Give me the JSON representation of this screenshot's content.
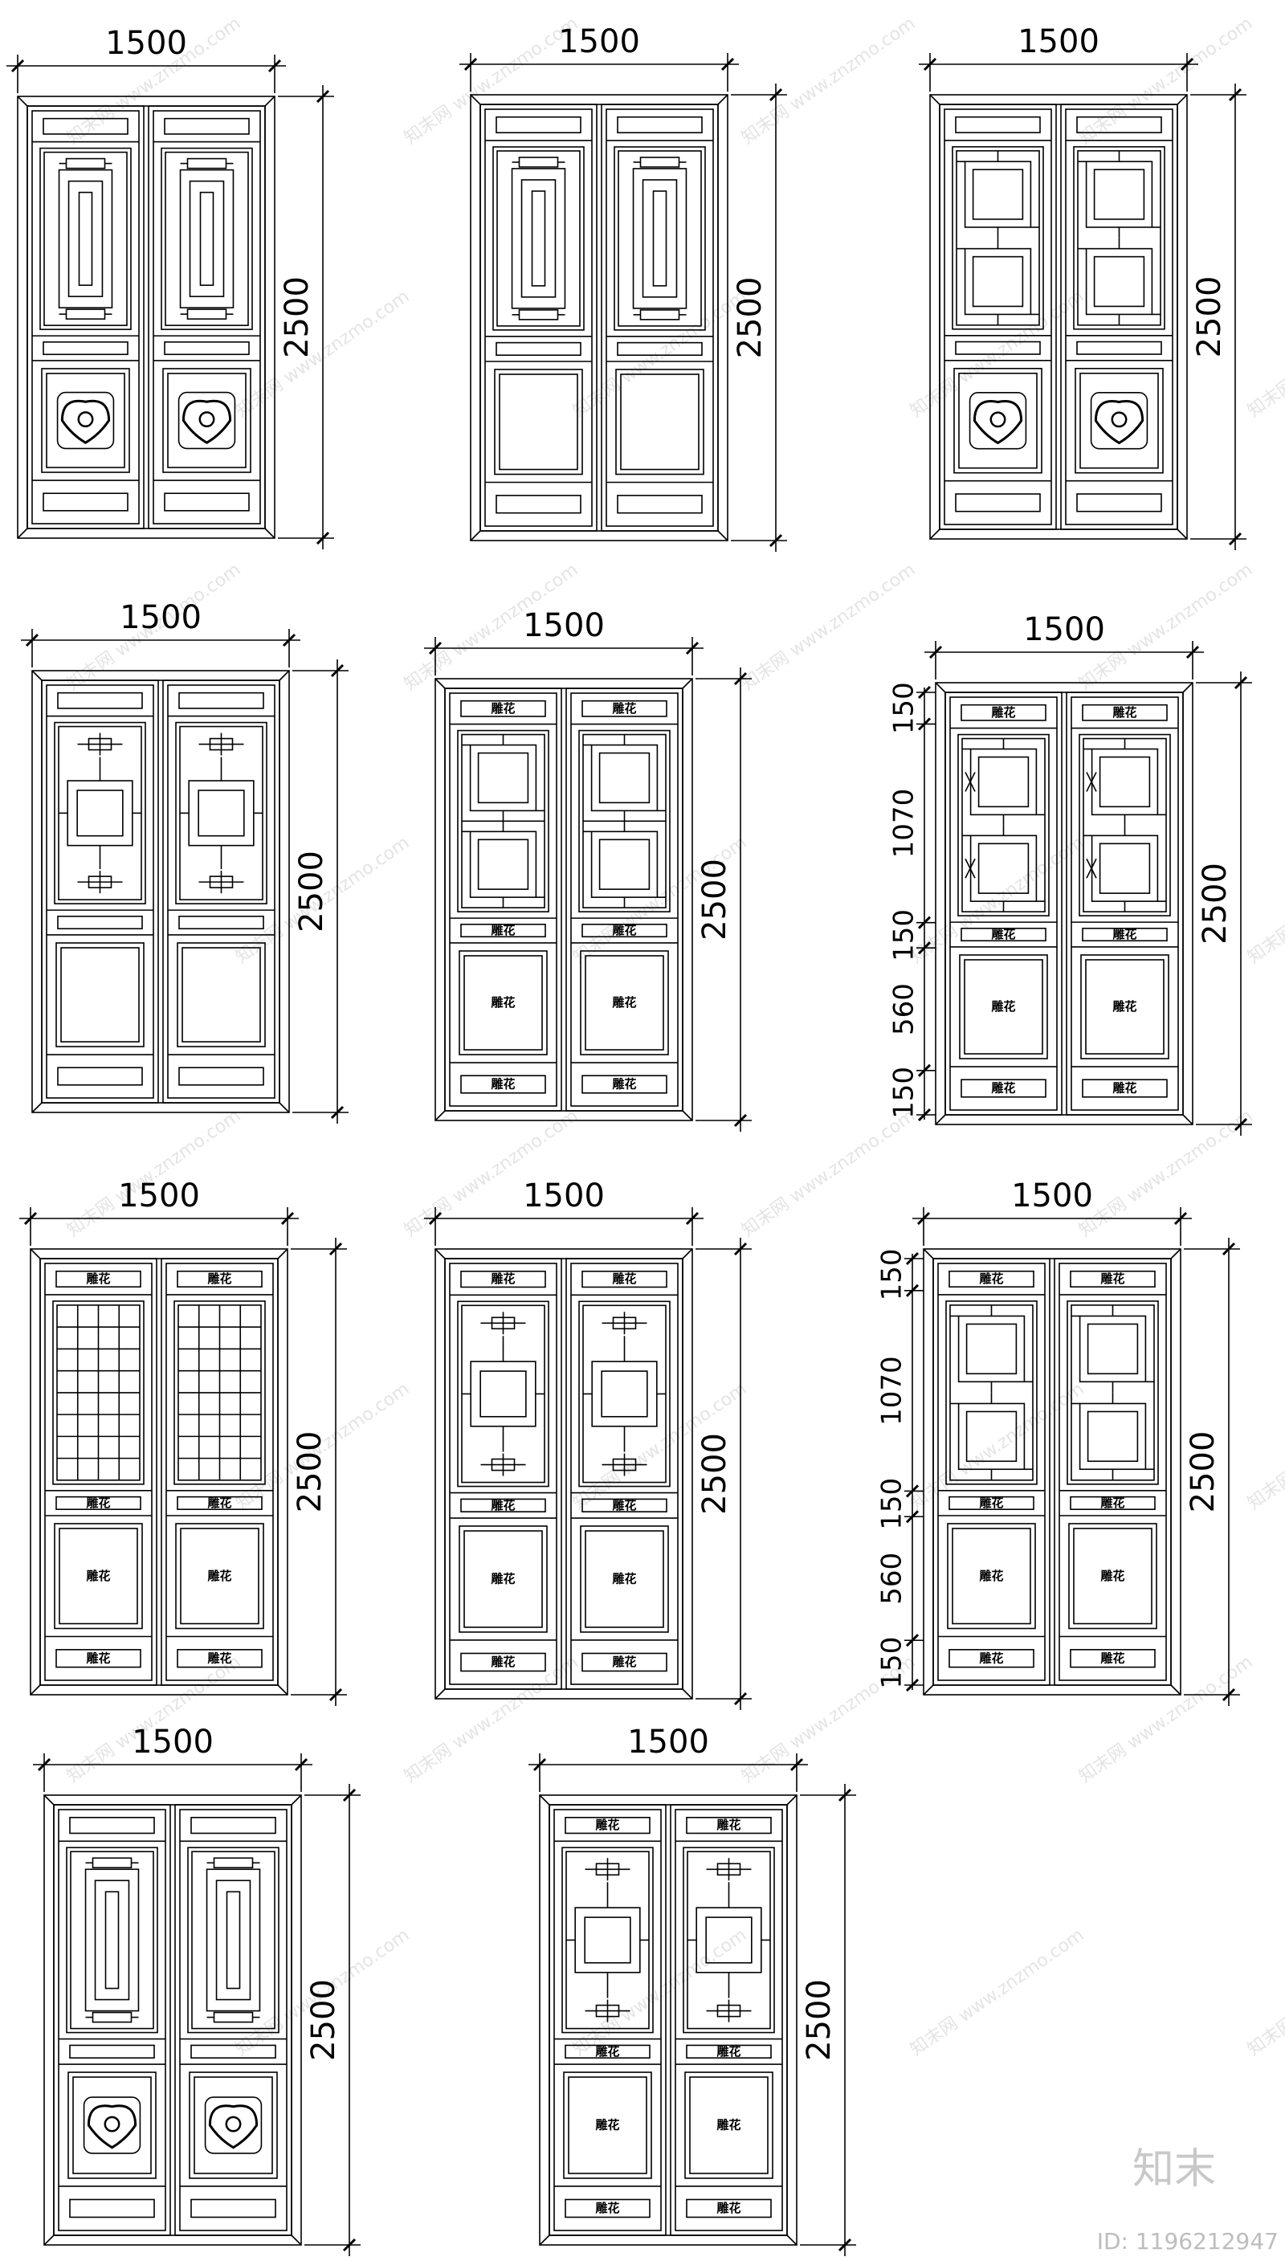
{
  "sheet": {
    "doors": [
      {
        "width_label": "1500",
        "height_label": "2500",
        "lattice": "fret",
        "top_label": "",
        "mid_label": "",
        "bottom": "flower",
        "bottom_label": "",
        "base_label": "",
        "dims": []
      },
      {
        "width_label": "1500",
        "height_label": "2500",
        "lattice": "fret",
        "top_label": "",
        "mid_label": "",
        "bottom": "plain",
        "bottom_label": "",
        "base_label": "",
        "dims": []
      },
      {
        "width_label": "1500",
        "height_label": "2500",
        "lattice": "squares",
        "top_label": "",
        "mid_label": "",
        "bottom": "flower",
        "bottom_label": "",
        "base_label": "",
        "dims": []
      },
      {
        "width_label": "1500",
        "height_label": "2500",
        "lattice": "cross",
        "top_label": "",
        "mid_label": "",
        "bottom": "plain",
        "bottom_label": "",
        "base_label": "",
        "dims": []
      },
      {
        "width_label": "1500",
        "height_label": "2500",
        "lattice": "square4",
        "top_label": "雕花",
        "mid_label": "雕花",
        "bottom": "text",
        "bottom_label": "雕花",
        "base_label": "雕花",
        "dims": []
      },
      {
        "width_label": "1500",
        "height_label": "2500",
        "lattice": "octagon",
        "top_label": "雕花",
        "mid_label": "雕花",
        "bottom": "text",
        "bottom_label": "雕花",
        "base_label": "雕花",
        "dims": [
          "150",
          "1070",
          "150",
          "560",
          "150"
        ]
      },
      {
        "width_label": "1500",
        "height_label": "2500",
        "lattice": "grid",
        "top_label": "雕花",
        "mid_label": "雕花",
        "bottom": "text",
        "bottom_label": "雕花",
        "base_label": "雕花",
        "dims": []
      },
      {
        "width_label": "1500",
        "height_label": "2500",
        "lattice": "cross",
        "top_label": "雕花",
        "mid_label": "雕花",
        "bottom": "text",
        "bottom_label": "雕花",
        "base_label": "雕花",
        "dims": []
      },
      {
        "width_label": "1500",
        "height_label": "2500",
        "lattice": "squares",
        "top_label": "雕花",
        "mid_label": "雕花",
        "bottom": "text",
        "bottom_label": "雕花",
        "base_label": "雕花",
        "dims": [
          "150",
          "1070",
          "150",
          "560",
          "150"
        ]
      },
      {
        "width_label": "1500",
        "height_label": "2500",
        "lattice": "fret",
        "top_label": "",
        "mid_label": "",
        "bottom": "flower",
        "bottom_label": "",
        "base_label": "",
        "dims": []
      },
      {
        "width_label": "1500",
        "height_label": "2500",
        "lattice": "cross",
        "top_label": "雕花",
        "mid_label": "雕花",
        "bottom": "text",
        "bottom_label": "雕花",
        "base_label": "雕花",
        "dims": []
      }
    ],
    "watermark": "知末网 www.znzmo.com",
    "brand": "知末",
    "image_id": "ID: 1196212947"
  },
  "colors": {
    "line": "#000000",
    "watermark": "#e4e4e4",
    "brand": "#c8c8c8"
  }
}
